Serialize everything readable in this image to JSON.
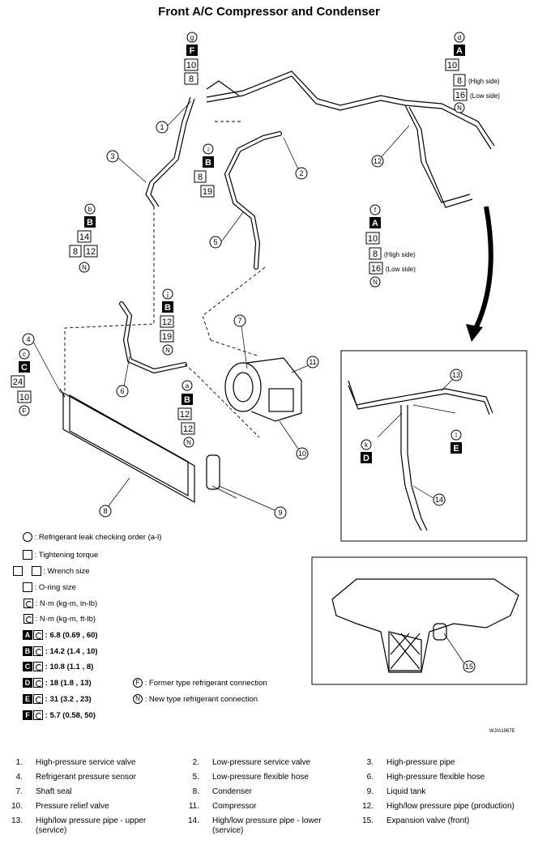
{
  "title": "Front A/C Compressor and Condenser",
  "callouts": {
    "g": {
      "letter": "g",
      "torque_code": "F",
      "wrench": "10",
      "oring": "8"
    },
    "d": {
      "letter": "d",
      "torque_code": "A",
      "wrench": "10",
      "oring_high": "8",
      "oring_low": "16",
      "high_label": "(High side)",
      "low_label": "(Low side)",
      "connection": "N"
    },
    "i": {
      "letter": "i",
      "torque_code": "B",
      "wrench": "8",
      "oring": "19"
    },
    "b": {
      "letter": "b",
      "torque_code": "B",
      "wrench": "14",
      "wrench_a": "8",
      "wrench_b": "12",
      "connection": "N"
    },
    "f": {
      "letter": "f",
      "torque_code": "A",
      "wrench": "10",
      "oring_high": "8",
      "oring_low": "16",
      "high_label": "(High side)",
      "low_label": "(Low side)",
      "connection": "N"
    },
    "j": {
      "letter": "j",
      "torque_code": "B",
      "wrench": "12",
      "oring": "19",
      "connection": "N"
    },
    "c": {
      "letter": "c",
      "torque_code": "C",
      "wrench": "24",
      "oring": "10",
      "connection": "F"
    },
    "a": {
      "letter": "a",
      "torque_code": "B",
      "wrench": "12",
      "oring": "12",
      "connection": "N"
    },
    "k": {
      "letter": "k",
      "torque_code": "D"
    },
    "l": {
      "letter": "l",
      "torque_code": "E"
    }
  },
  "part_numbers": [
    "1",
    "2",
    "3",
    "4",
    "5",
    "6",
    "7",
    "8",
    "9",
    "10",
    "11",
    "12",
    "13",
    "14",
    "15"
  ],
  "legend": {
    "leak_order": ": Refrigerant leak checking order (a-l)",
    "tightening": ": Tightening torque",
    "wrench": ": Wrench size",
    "oring": ": O-ring size",
    "nm_inlb": ": N·m (kg-m, in-lb)",
    "nm_ftlb": ": N·m (kg-m, ft-lb)",
    "torques": [
      {
        "code": "A",
        "value": ": 6.8 (0.69 , 60)"
      },
      {
        "code": "B",
        "value": ": 14.2 (1.4 , 10)"
      },
      {
        "code": "C",
        "value": ": 10.8 (1.1 , 8)"
      },
      {
        "code": "D",
        "value": ": 18 (1.8 , 13)"
      },
      {
        "code": "E",
        "value": ": 31 (3.2 , 23)"
      },
      {
        "code": "F",
        "value": ": 5.7 (0.58, 50)"
      }
    ],
    "former_sym": "F",
    "former": ": Former type refrigerant connection",
    "new_sym": "N",
    "new": ": New type refrigerant connection"
  },
  "figure_code": "WJIA1967E",
  "parts": [
    {
      "num": "1.",
      "name": "High-pressure service valve"
    },
    {
      "num": "2.",
      "name": "Low-pressure service valve"
    },
    {
      "num": "3.",
      "name": "High-pressure pipe"
    },
    {
      "num": "4.",
      "name": "Refrigerant pressure sensor"
    },
    {
      "num": "5.",
      "name": "Low-pressure flexible hose"
    },
    {
      "num": "6.",
      "name": "High-pressure flexible hose"
    },
    {
      "num": "7.",
      "name": "Shaft seal"
    },
    {
      "num": "8.",
      "name": "Condenser"
    },
    {
      "num": "9.",
      "name": "Liquid tank"
    },
    {
      "num": "10.",
      "name": "Pressure relief valve"
    },
    {
      "num": "11.",
      "name": "Compressor"
    },
    {
      "num": "12.",
      "name": "High/low pressure pipe (production)"
    },
    {
      "num": "13.",
      "name": "High/low pressure pipe - upper (service)"
    },
    {
      "num": "14.",
      "name": "High/low pressure pipe - lower (service)"
    },
    {
      "num": "15.",
      "name": "Expansion valve (front)"
    }
  ]
}
